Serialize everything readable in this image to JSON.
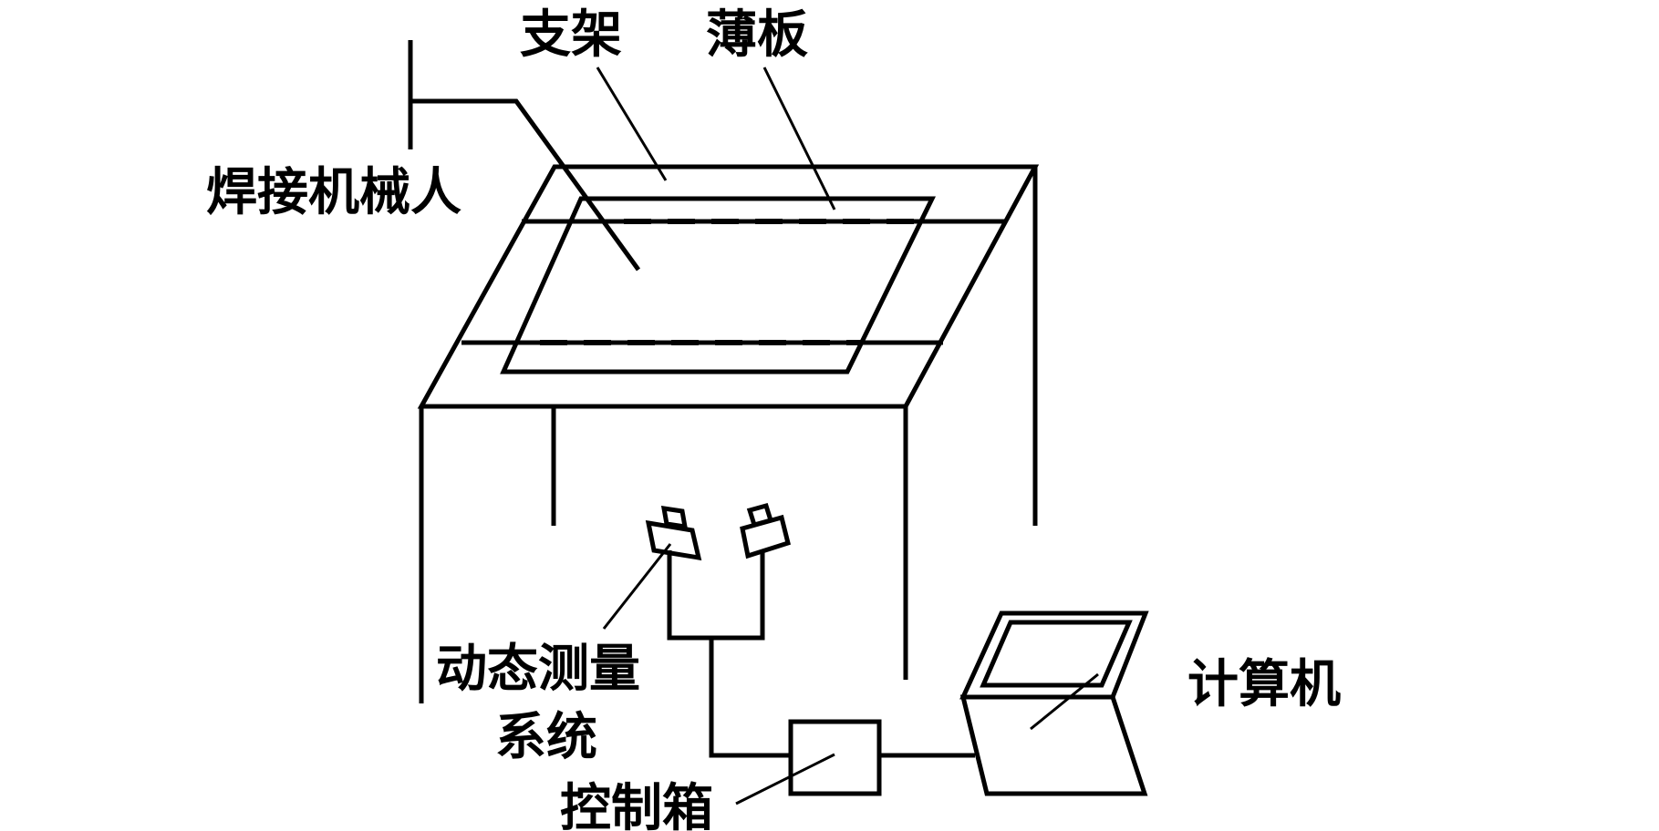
{
  "labels": {
    "bracket": "支架",
    "thin_plate": "薄板",
    "welding_robot": "焊接机械人",
    "dynamic_measurement_line1": "动态测量",
    "dynamic_measurement_line2": "系统",
    "control_box": "控制箱",
    "computer": "计算机"
  },
  "colors": {
    "line": "#000000",
    "background": "#ffffff"
  }
}
